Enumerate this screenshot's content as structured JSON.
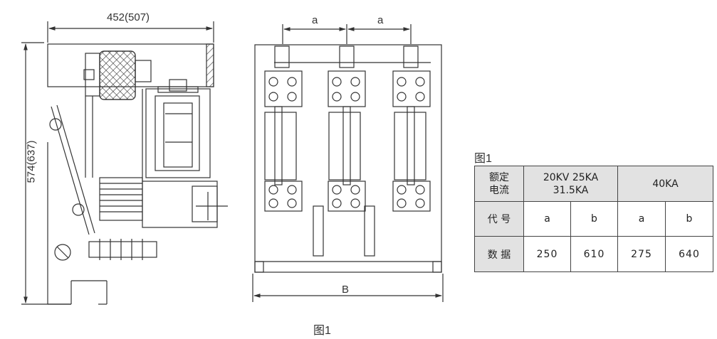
{
  "figure": {
    "caption": "图1",
    "dimensions": {
      "overall_width": "452(507)",
      "overall_height": "574(637)",
      "pole_spacing": "a",
      "total_width": "B"
    }
  },
  "table": {
    "caption": "图1",
    "header": {
      "row_label": "额定\n电流",
      "group1": "20KV 25KA\n31.5KA",
      "group2": "40KA"
    },
    "code_row": {
      "label": "代 号",
      "cells": [
        "a",
        "b",
        "a",
        "b"
      ]
    },
    "data_row": {
      "label": "数 据",
      "cells": [
        "250",
        "610",
        "275",
        "640"
      ]
    }
  }
}
